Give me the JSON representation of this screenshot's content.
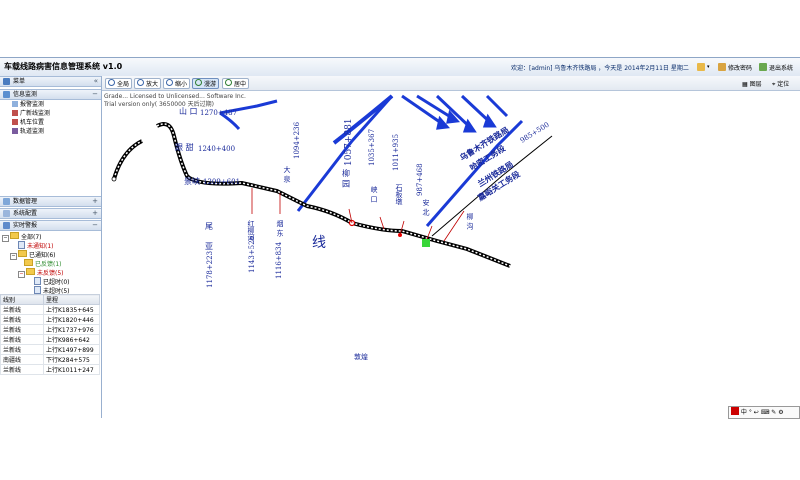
{
  "header": {
    "app_title": "车载线路病害信息管理系统  v1.0",
    "welcome": "欢迎：[admin] 乌鲁木齐铁路局 ，今天是 2014年2月11日 星期二",
    "change_password": "修改密码",
    "logout": "退出系统"
  },
  "sidebar": {
    "menu_title": "菜单",
    "info_monitor": "信息监测",
    "info_items": [
      "报警监测",
      "广新线监测",
      "机车位置",
      "轨道监测"
    ],
    "data_manage": "数据管理",
    "system_config": "系统配置",
    "realtime": "实时警报",
    "tree": {
      "all": "全部(7)",
      "unnotified": "未通知(1)",
      "notified": "已通知(6)",
      "feedback": "已反馈(1)",
      "no_feedback": "未反馈(5)",
      "timed_out": "已超时(0)",
      "not_timed_out": "未超时(5)"
    },
    "table": {
      "headers": [
        "线别",
        "里程"
      ],
      "rows": [
        [
          "兰新线",
          "上行K1835+645"
        ],
        [
          "兰新线",
          "上行K1820+446"
        ],
        [
          "兰新线",
          "上行K1737+976"
        ],
        [
          "兰新线",
          "上行K986+642"
        ],
        [
          "兰新线",
          "上行K1497+899"
        ],
        [
          "南疆线",
          "下行K284+575"
        ],
        [
          "兰新线",
          "上行K1011+247"
        ]
      ]
    }
  },
  "toolbar": {
    "full": "全局",
    "zoom_in": "放大",
    "zoom_out": "缩小",
    "pan": "漫游",
    "center": "居中",
    "legend": "图层",
    "locate": "定位"
  },
  "map": {
    "watermark1": "Grade... Licensed to Unlicensed... Software Inc.",
    "watermark2": "Trial version only( 3650000 天后过期)",
    "label_shankou": "山  口",
    "km_shankou": "1270+487",
    "label_gaotian": "跟  甜",
    "km_gaotian": "1240+400",
    "label_jingxia": "景峡",
    "km_jingxia": "1209+601",
    "label_weiya": "尾",
    "label_weiya2": "亚",
    "km_weiya": "1178+223",
    "label_hongliuhe": "红柳河",
    "km_hongliuhe": "1143+526",
    "label_yandong": "烟  东",
    "km_yandong": "1116+834",
    "label_xian": "线",
    "label_daquan": "大  泉",
    "km_daquan": "1094+236",
    "label_liuyuan": "柳  园",
    "km_liuyuan": "1057+881",
    "label_xiakou": "峡  口",
    "km_xiakou": "1035+367",
    "label_shibandun": "石板墩",
    "km_shibandun": "1011+935",
    "label_anbei": "安  北",
    "km_anbei": "987+468",
    "label_liugou": "柳  沟",
    "label_wlmq": "乌鲁木齐铁路局",
    "label_hami": "哈密工务段",
    "label_lanzhou": "兰州铁路局",
    "label_jiayuguan": "嘉峪关工务段",
    "km_boundary": "985+500",
    "label_dunhuang": "敦煌"
  },
  "statusbar": {
    "lang": "中"
  }
}
